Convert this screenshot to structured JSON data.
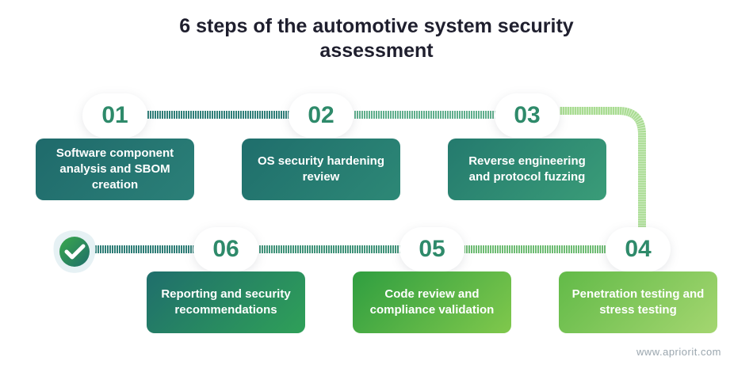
{
  "title": {
    "line1": "6 steps of the automotive system security",
    "line2": "assessment"
  },
  "steps": [
    {
      "number": "01",
      "label": "Software component analysis and SBOM creation"
    },
    {
      "number": "02",
      "label": "OS security hardening review"
    },
    {
      "number": "03",
      "label": "Reverse engineering and protocol fuzzing"
    },
    {
      "number": "04",
      "label": "Penetration testing and stress testing"
    },
    {
      "number": "05",
      "label": "Code review and compliance validation"
    },
    {
      "number": "06",
      "label": "Reporting and security recommendations"
    }
  ],
  "icons": {
    "completion": "check-badge-icon"
  },
  "colors": {
    "dark_teal": "#1f6a6b",
    "green": "#2f9e40",
    "light_green": "#a4d670",
    "number_text": "#2e8a6a"
  },
  "footer": "www.apriorit.com"
}
